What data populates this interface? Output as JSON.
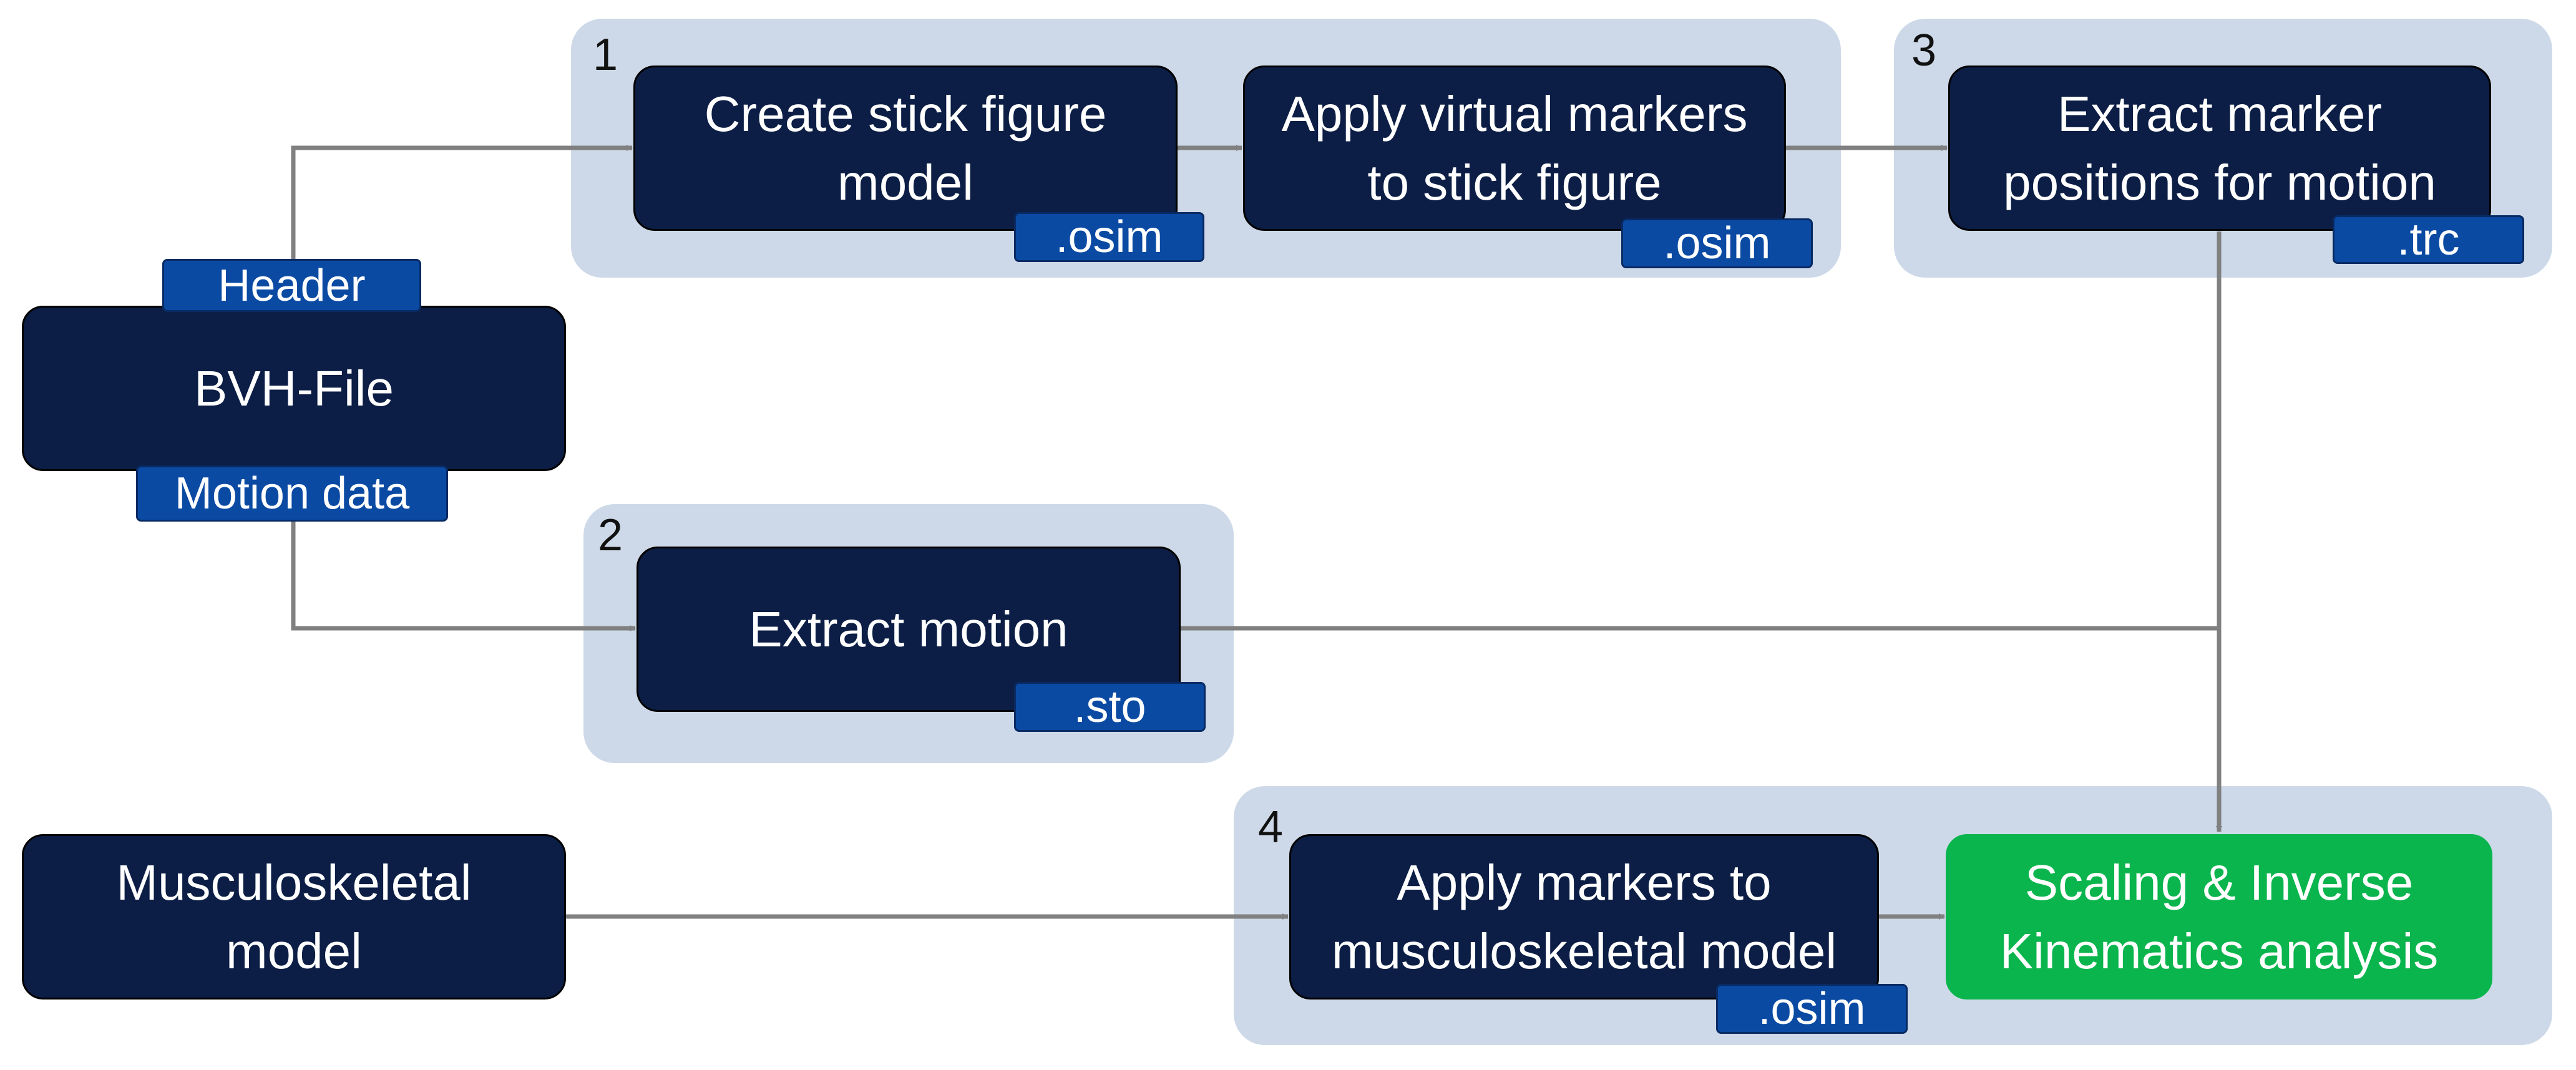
{
  "colors": {
    "panel": "#cdd9e8",
    "node": "#0c1e45",
    "result_node": "#0ab54d",
    "tag": "#0a4aa3",
    "arrow": "#808080"
  },
  "steps": {
    "s1": "1",
    "s2": "2",
    "s3": "3",
    "s4": "4"
  },
  "nodes": {
    "bvh_file": "BVH-File",
    "musculoskeletal_model": "Musculoskeletal\nmodel",
    "create_stick_figure": "Create stick figure\nmodel",
    "apply_virtual_markers": "Apply virtual markers\nto stick figure",
    "extract_marker_positions": "Extract marker\npositions for motion",
    "extract_motion": "Extract motion",
    "apply_markers_msk": "Apply markers to\nmusculoskeletal model",
    "scaling_ik": "Scaling & Inverse\nKinematics analysis"
  },
  "tags": {
    "header": "Header",
    "motion_data": "Motion data",
    "osim_stick": ".osim",
    "osim_markers": ".osim",
    "trc": ".trc",
    "sto": ".sto",
    "osim_msk": ".osim"
  },
  "connectors": [
    {
      "from": "bvh_file.header",
      "to": "create_stick_figure"
    },
    {
      "from": "create_stick_figure",
      "to": "apply_virtual_markers"
    },
    {
      "from": "apply_virtual_markers",
      "to": "extract_marker_positions"
    },
    {
      "from": "bvh_file.motion_data",
      "to": "extract_motion"
    },
    {
      "from": "extract_marker_positions",
      "to": "scaling_ik"
    },
    {
      "from": "extract_motion",
      "to": "scaling_ik"
    },
    {
      "from": "musculoskeletal_model",
      "to": "apply_markers_msk"
    },
    {
      "from": "apply_markers_msk",
      "to": "scaling_ik"
    }
  ]
}
